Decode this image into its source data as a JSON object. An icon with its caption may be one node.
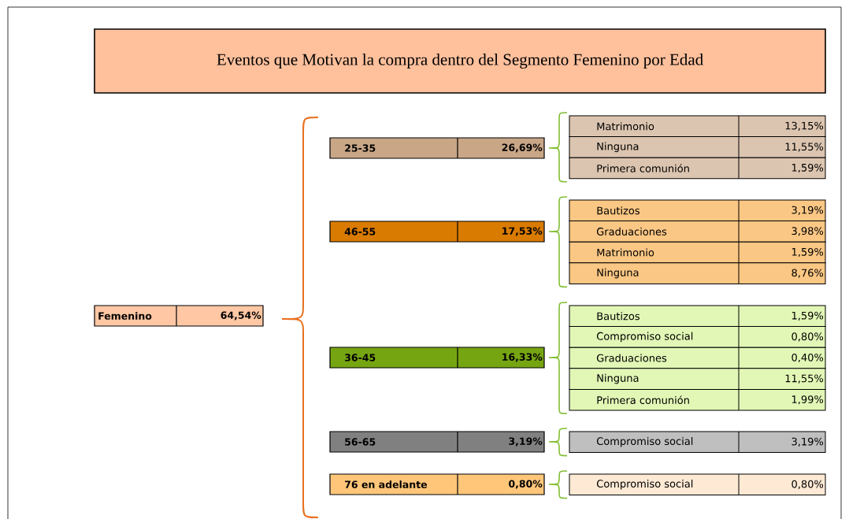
{
  "diagram": {
    "nodes": [
      {
        "text": [
          "Eventos que Motivan la compra dentro del Segmento Femenino por Edad"
        ]
      },
      {
        "text": [
          "Femenino",
          "64,54%"
        ]
      },
      {
        "text": [
          "25-35",
          "26,69%"
        ]
      },
      {
        "text": [
          "Matrimonio",
          "13,15%"
        ]
      },
      {
        "text": [
          "Ninguna",
          "11,55%"
        ]
      },
      {
        "text": [
          "Primera comunión",
          "1,59%"
        ]
      },
      {
        "text": [
          "46-55",
          "17,53%"
        ]
      },
      {
        "text": [
          "Bautizos",
          "3,19%"
        ]
      },
      {
        "text": [
          "Graduaciones",
          "3,98%"
        ]
      },
      {
        "text": [
          "Matrimonio",
          "1,59%"
        ]
      },
      {
        "text": [
          "Ninguna",
          "8,76%"
        ]
      },
      {
        "text": [
          "36-45",
          "16,33%"
        ]
      },
      {
        "text": [
          "Bautizos",
          "1,59%"
        ]
      },
      {
        "text": [
          "Compromiso social",
          "0,80%"
        ]
      },
      {
        "text": [
          "Graduaciones",
          "0,40%"
        ]
      },
      {
        "text": [
          "Ninguna",
          "11,55%"
        ]
      },
      {
        "text": [
          "Primera comunión",
          "1,99%"
        ]
      },
      {
        "text": [
          "56-65",
          "3,19%"
        ]
      },
      {
        "text": [
          "Compromiso social",
          "3,19%"
        ]
      },
      {
        "text": [
          "76 en adelante",
          "0,80%"
        ]
      },
      {
        "text": [
          "Compromiso social",
          "0,80%"
        ]
      }
    ]
  }
}
